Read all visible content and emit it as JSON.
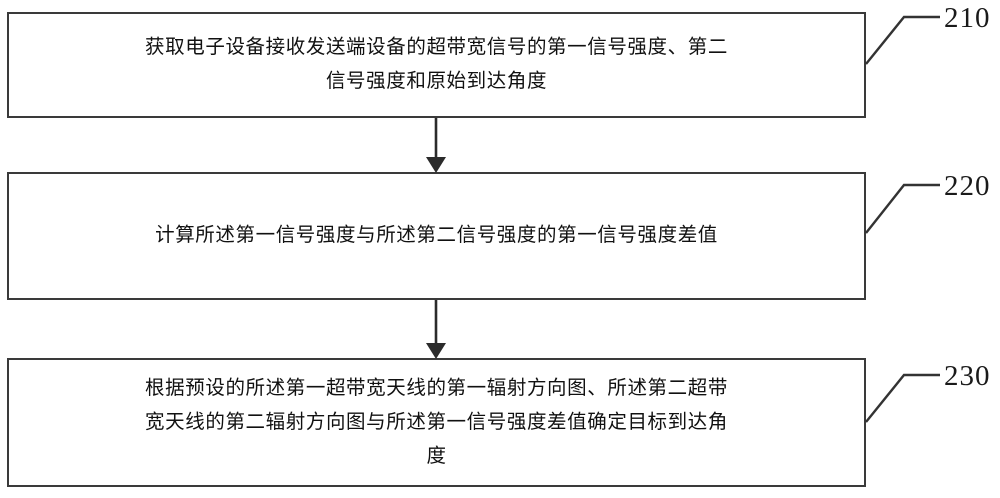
{
  "figure": {
    "type": "patent-flowchart",
    "language": "zh-CN",
    "orientation": "vertical"
  },
  "steps": [
    {
      "ref": "210",
      "text": "获取电子设备接收发送端设备的超带宽信号的第一信号强度、第二\n信号强度和原始到达角度"
    },
    {
      "ref": "220",
      "text": "计算所述第一信号强度与所述第二信号强度的第一信号强度差值"
    },
    {
      "ref": "230",
      "text": "根据预设的所述第一超带宽天线的第一辐射方向图、所述第二超带\n宽天线的第二辐射方向图与所述第一信号强度差值确定目标到达角\n度"
    }
  ],
  "connectors": [
    {
      "from": "210",
      "to": "220",
      "arrow": "down"
    },
    {
      "from": "220",
      "to": "230",
      "arrow": "down"
    }
  ],
  "colors": {
    "box_border": "#3a3a3a",
    "box_fill": "#ffffff",
    "text": "#111111",
    "leader": "#333333",
    "connector": "#2b2b2b",
    "page_background": "#ffffff"
  }
}
